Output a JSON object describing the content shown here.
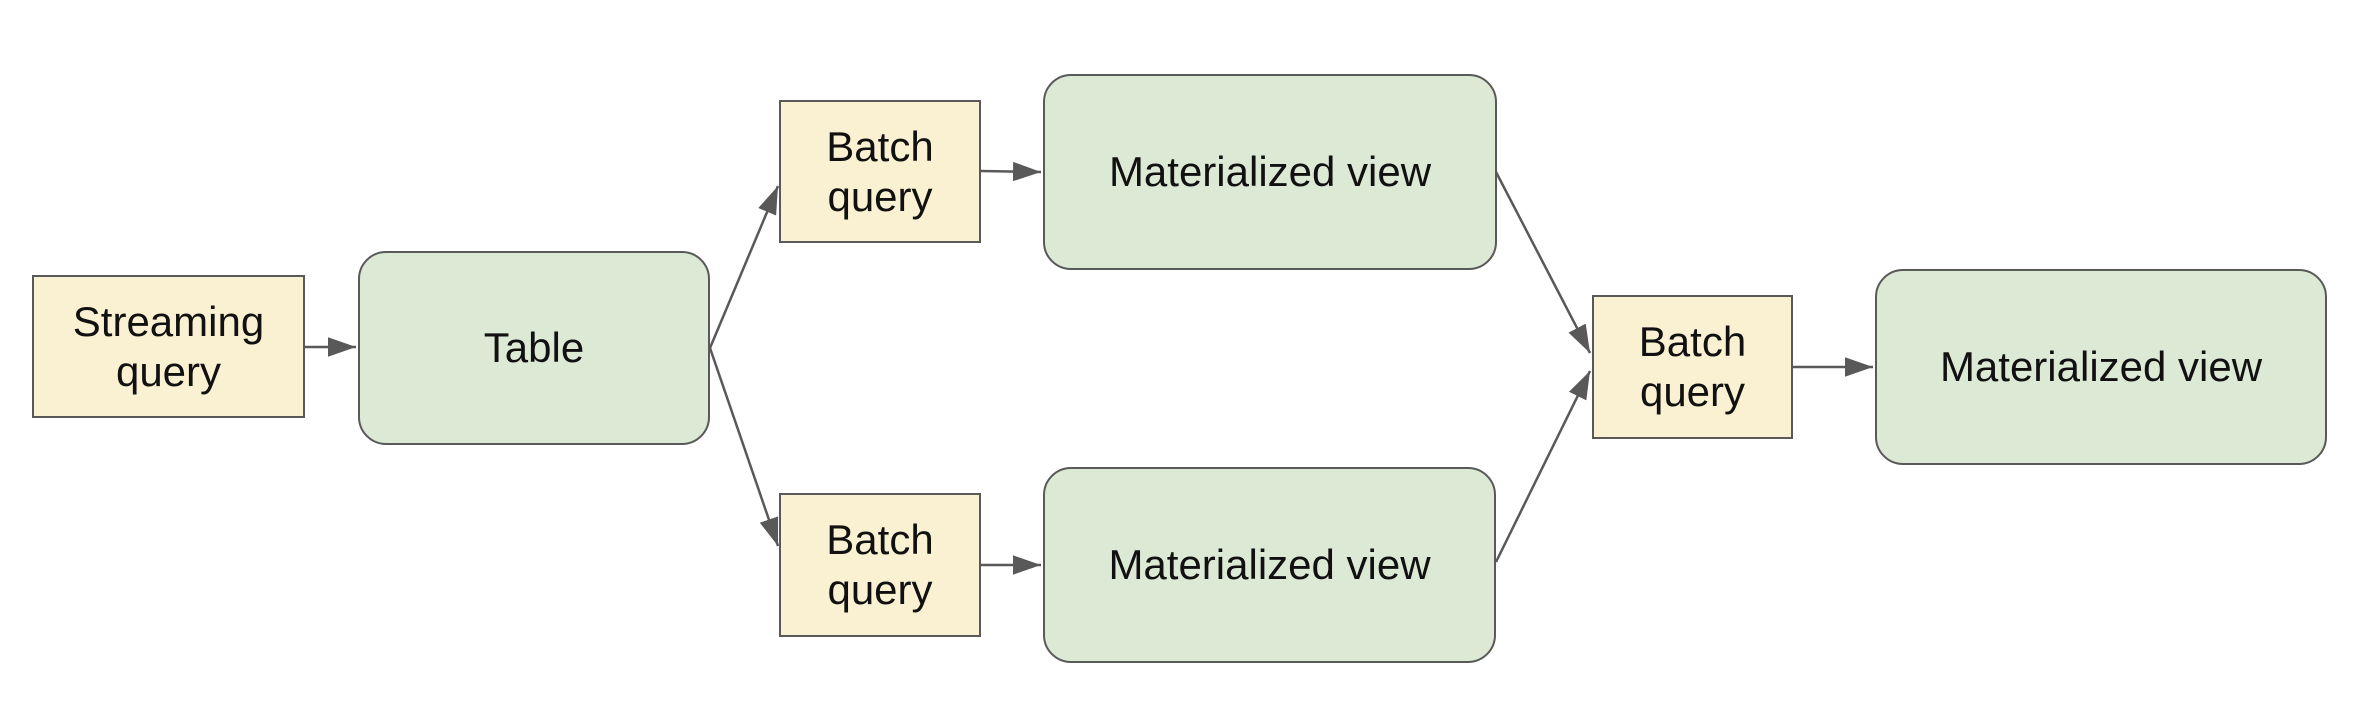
{
  "diagram": {
    "background": "#FFFFFF",
    "colors": {
      "query_box_fill": "#FAF0D2",
      "table_view_box_fill": "#DCE9D5",
      "box_border": "#595959",
      "arrow": "#595959",
      "text": "#111111"
    },
    "nodes": [
      {
        "id": "streaming-query",
        "label": "Streaming query",
        "shape": "rectangle"
      },
      {
        "id": "table",
        "label": "Table",
        "shape": "rounded-rectangle"
      },
      {
        "id": "batch-query-top",
        "label": "Batch query",
        "shape": "rectangle"
      },
      {
        "id": "materialized-view-top",
        "label": "Materialized view",
        "shape": "rounded-rectangle"
      },
      {
        "id": "batch-query-bottom",
        "label": "Batch query",
        "shape": "rectangle"
      },
      {
        "id": "materialized-view-bottom",
        "label": "Materialized view",
        "shape": "rounded-rectangle"
      },
      {
        "id": "batch-query-merge",
        "label": "Batch query",
        "shape": "rectangle"
      },
      {
        "id": "materialized-view-final",
        "label": "Materialized view",
        "shape": "rounded-rectangle"
      }
    ],
    "edges": [
      {
        "from": "streaming-query",
        "to": "table"
      },
      {
        "from": "table",
        "to": "batch-query-top"
      },
      {
        "from": "table",
        "to": "batch-query-bottom"
      },
      {
        "from": "batch-query-top",
        "to": "materialized-view-top"
      },
      {
        "from": "batch-query-bottom",
        "to": "materialized-view-bottom"
      },
      {
        "from": "materialized-view-top",
        "to": "batch-query-merge"
      },
      {
        "from": "materialized-view-bottom",
        "to": "batch-query-merge"
      },
      {
        "from": "batch-query-merge",
        "to": "materialized-view-final"
      }
    ]
  }
}
